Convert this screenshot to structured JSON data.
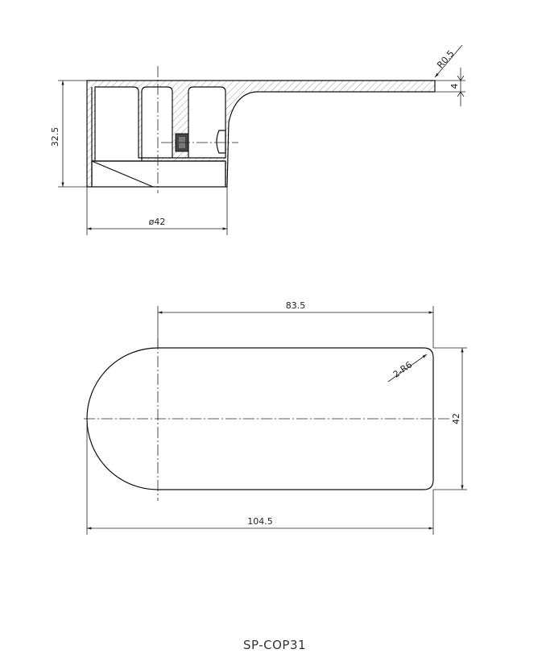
{
  "top_view": {
    "height_label": "32.5",
    "diameter_label": "ø42",
    "radius_label": "R0.5",
    "thickness_label": "4"
  },
  "bottom_view": {
    "length_top_label": "83.5",
    "radius_label": "2-R6",
    "width_label": "42",
    "overall_length_label": "104.5"
  },
  "part_code": "SP-COP31"
}
